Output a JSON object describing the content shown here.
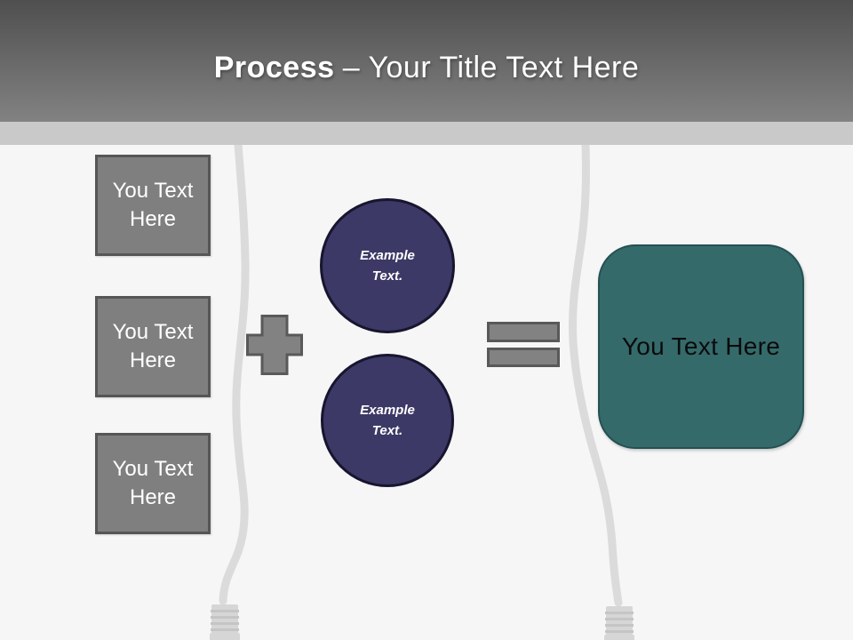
{
  "slide": {
    "title_bold": "Process",
    "title_rest": "– Your Title Text Here"
  },
  "left_boxes": [
    {
      "label": "You Text Here"
    },
    {
      "label": "You Text Here"
    },
    {
      "label": "You Text Here"
    }
  ],
  "operators": {
    "plus": "plus-icon",
    "equals": "equals-icon"
  },
  "circles": [
    {
      "label": "Example Text."
    },
    {
      "label": "Example Text."
    }
  ],
  "result_box": {
    "label": "You Text Here"
  },
  "colors": {
    "header_top": "#4f4f4f",
    "header_bottom": "#828282",
    "substrip": "#c9c9c9",
    "background": "#f6f6f6",
    "box_fill": "#7f7f7f",
    "box_border": "#565656",
    "circle_fill": "#3c3966",
    "circle_border": "#17152f",
    "result_fill": "#356a6b",
    "result_border": "#235152",
    "operator_fill": "#828282",
    "operator_border": "#595959",
    "cable": "#dbdbdb"
  }
}
